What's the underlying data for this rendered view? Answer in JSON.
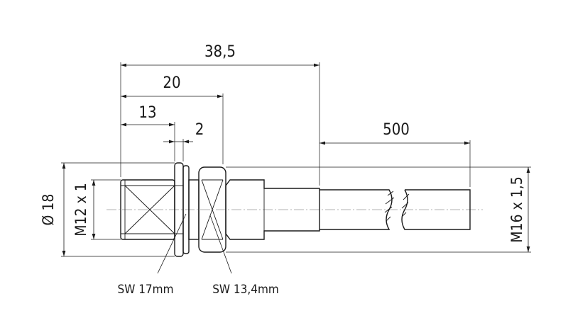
{
  "dimensions": {
    "overall_length": "38,5",
    "housing_length": "20",
    "thread_length": "13",
    "flange_thickness": "2",
    "cable_length": "500"
  },
  "labels": {
    "diameter": "Ø 18",
    "front_thread": "M12 x 1",
    "rear_thread": "M16 x 1,5",
    "wrench_front": "SW 17mm",
    "wrench_rear": "SW 13,4mm"
  },
  "colors": {
    "line": "#1a1a1a",
    "centerline": "#666666",
    "background": "#ffffff"
  }
}
